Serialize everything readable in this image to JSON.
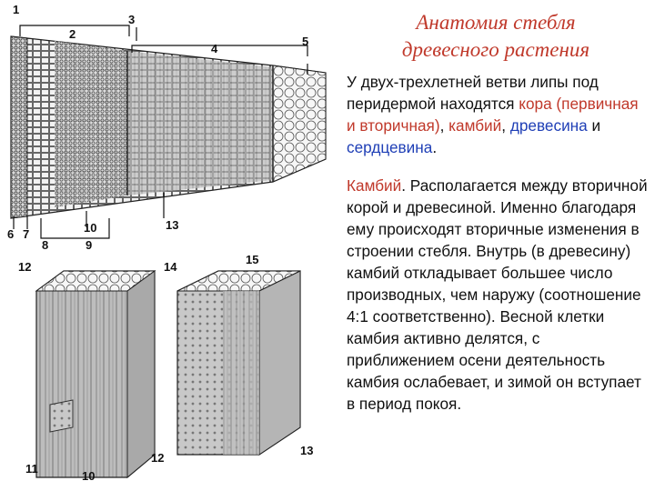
{
  "title": {
    "line1": "Анатомия стебля",
    "line2": "древесного растения"
  },
  "intro": {
    "t1": "У двух-трехлетней ветви липы под перидермой находятся ",
    "kora": "кора (первичная и вторичная)",
    "t2": ", ",
    "kambiy": "камбий",
    "t3": ", ",
    "drevesina": "древесина",
    "t4": " и ",
    "serdcevina": "сердцевина",
    "t5": "."
  },
  "cambium": {
    "term": "Камбий",
    "text": ". Располагается между вторичной корой и древесиной. Именно благодаря ему происходят вторичные изменения в строении стебля. Внутрь (в древесину) камбий откладывает большее число производных, чем наружу (соотношение 4:1 соответственно). Весной клетки камбия активно делятся, с приближением осени деятельность камбия ослабевает, и зимой он вступает в период покоя."
  },
  "figure_labels": {
    "l1": "1",
    "l2": "2",
    "l3": "3",
    "l4": "4",
    "l5": "5",
    "l6": "6",
    "l7": "7",
    "l8": "8",
    "l9": "9",
    "l10": "10",
    "l13": "13",
    "l12a": "12",
    "l14": "14",
    "l15": "15",
    "l11": "11",
    "l10b": "10",
    "l12b": "12",
    "l13b": "13"
  },
  "colors": {
    "title": "#c0392b",
    "highlight_red": "#c0392b",
    "highlight_blue": "#1f3fb6"
  }
}
